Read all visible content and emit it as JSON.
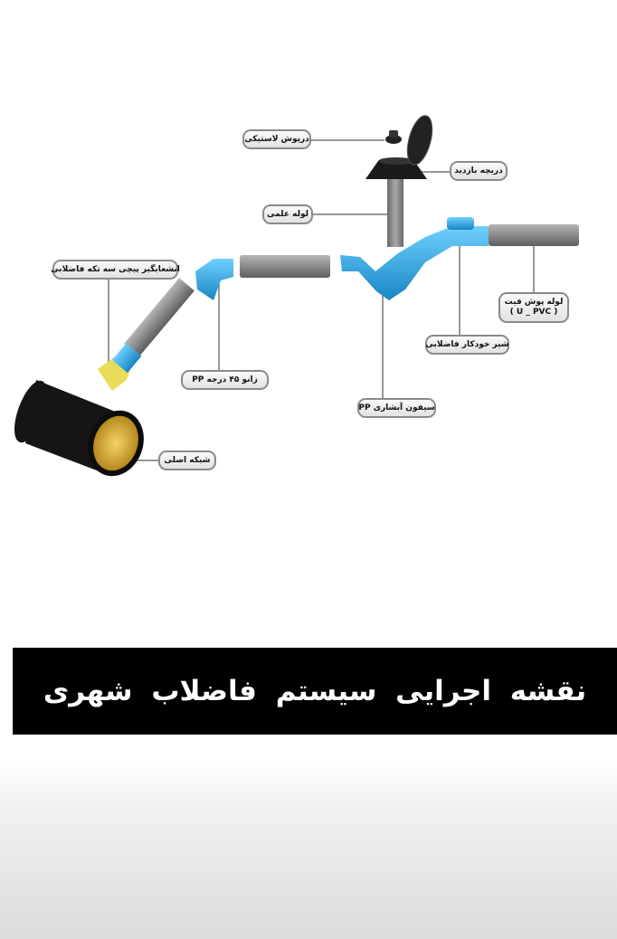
{
  "diagram": {
    "labels": {
      "rubber_cap": "درپوش لاستیکی",
      "inspection_hatch": "دریچه بازدید",
      "riser_pipe": "لوله علمی",
      "saddle_branch": "انشعابگیر پیچی سه تکه فاضلابی",
      "pushfit_pipe_line1": "لوله پوش فیت",
      "pushfit_pipe_line2": "( U _ PVC )",
      "check_valve": "شیر خودکار فاضلابی",
      "cascade_siphon": "سیفون آبشاری PP",
      "elbow_45": "زانو ۴۵ درجه PP",
      "main_network": "شبکه اصلی"
    },
    "colors": {
      "pvc_gray": "#8e8e8e",
      "pp_blue": "#2fa8e0",
      "corrugated_black": "#151515",
      "inner_yellow": "#e0b63a"
    }
  },
  "banner": {
    "title": "نقشه اجرایی سیستم فاضلاب شهری"
  }
}
